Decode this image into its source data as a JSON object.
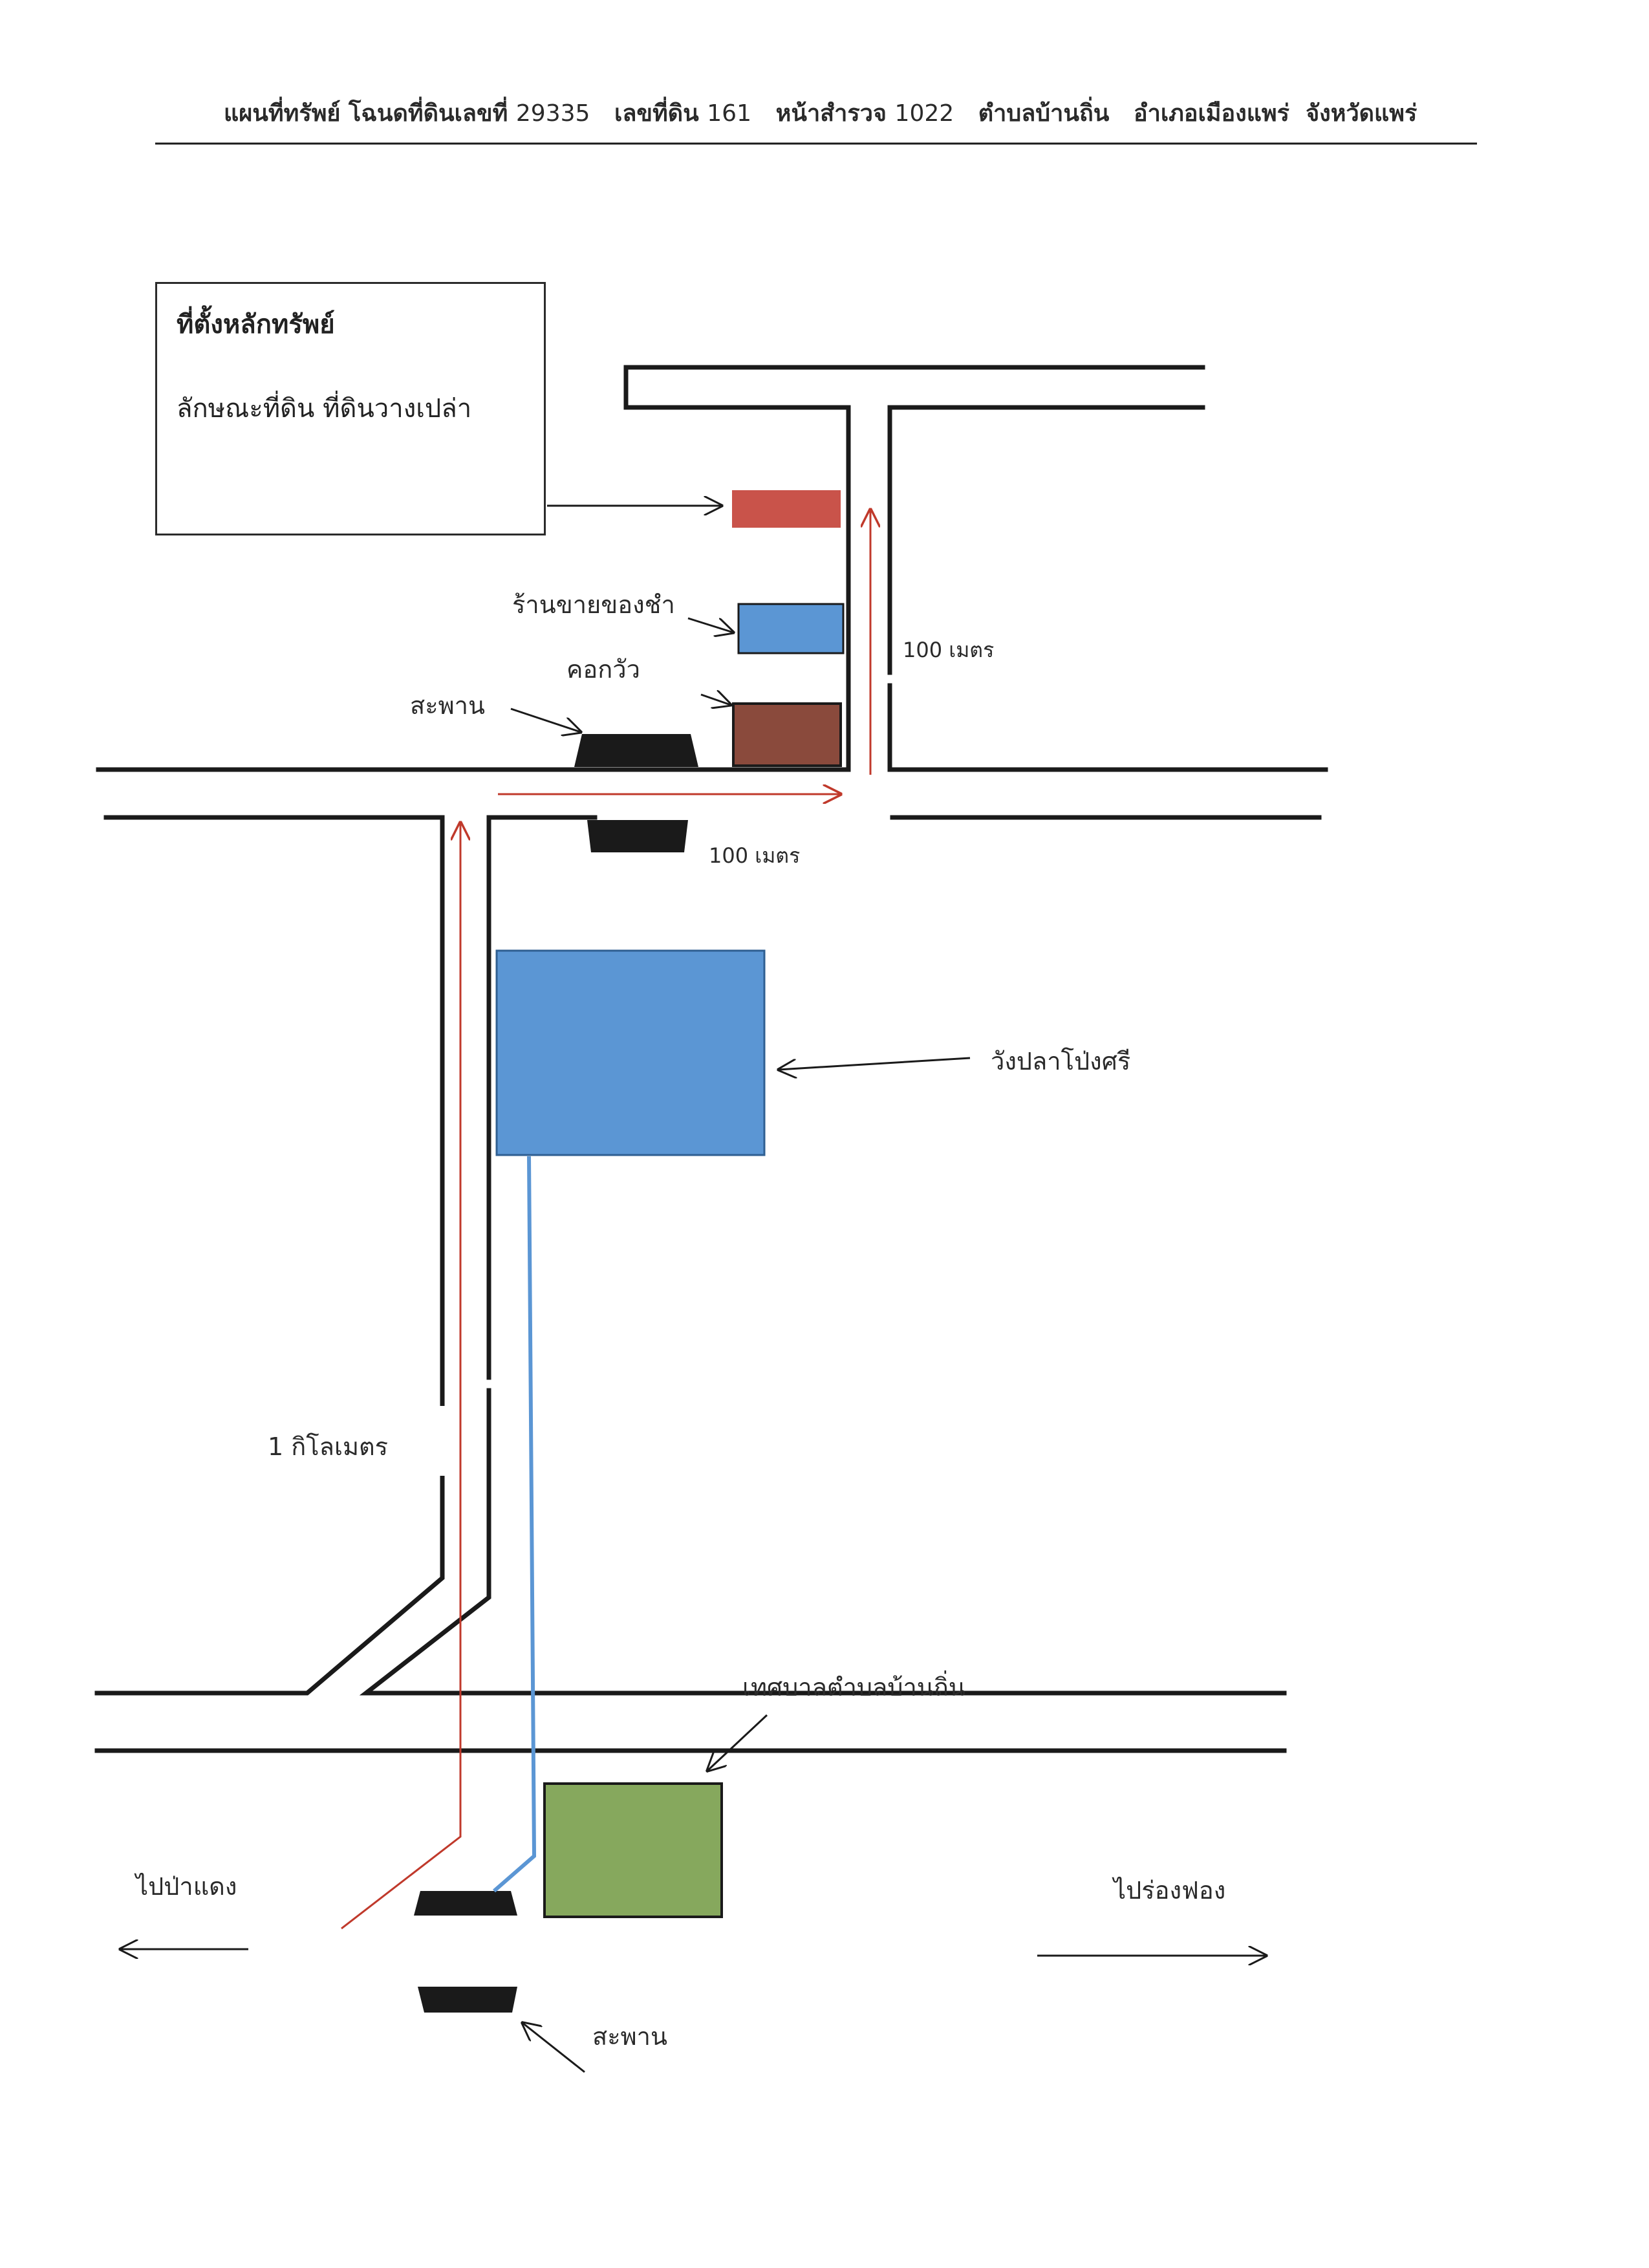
{
  "title": {
    "prefix": "แผนที่ทรัพย์ โฉนดที่ดินเลขที่",
    "deed_no": "29335",
    "land_no_label": "เลขที่ดิน",
    "land_no": "161",
    "survey_label": "หน้าสำรวจ",
    "survey_no": "1022",
    "subdistrict": "ตำบลบ้านถิ่น",
    "district": "อำเภอเมืองแพร่",
    "province": "จังหวัดแพร่"
  },
  "info_box": {
    "heading": "ที่ตั้งหลักทรัพย์",
    "land_type": "ลักษณะที่ดิน ที่ดินวางเปล่า"
  },
  "labels": {
    "shop": "ร้านขายของชำ",
    "cowshed": "คอกวัว",
    "bridge_top": "สะพาน",
    "bridge_bottom": "สะพาน",
    "distance_north": "100 เมตร",
    "distance_east": "100 เมตร",
    "fish_pond": "วังปลาโป่งศรี",
    "distance_main": "1 กิโลเมตร",
    "municipality": "เทศบาลตำบลบ้านถิ่น",
    "to_west": "ไปป่าแดง",
    "to_east": "ไปร่องฟอง"
  },
  "colors": {
    "property": "#c9534a",
    "shop": "#5b96d4",
    "cowshed": "#8a4a3c",
    "fish_pond": "#5b96d4",
    "municipality": "#86a85d",
    "route": "#c0392b",
    "blue_line": "#5b96d4",
    "road": "#1a1a1a"
  }
}
